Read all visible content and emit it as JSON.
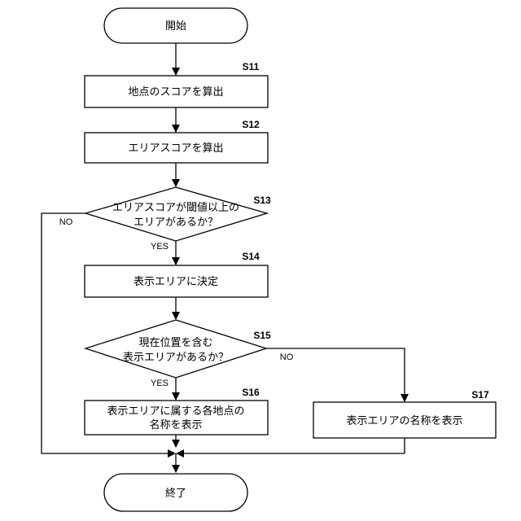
{
  "flowchart": {
    "start": "開始",
    "end": "終了",
    "s11": {
      "step": "S11",
      "text": "地点のスコアを算出"
    },
    "s12": {
      "step": "S12",
      "text": "エリアスコアを算出"
    },
    "s13": {
      "step": "S13",
      "line1": "エリアスコアが閾値以上の",
      "line2": "エリアがあるか？"
    },
    "s14": {
      "step": "S14",
      "text": "表示エリアに決定"
    },
    "s15": {
      "step": "S15",
      "line1": "現在位置を含む",
      "line2": "表示エリアがあるか？"
    },
    "s16": {
      "step": "S16",
      "line1": "表示エリアに属する各地点の",
      "line2": "名称を表示"
    },
    "s17": {
      "step": "S17",
      "text": "表示エリアの名称を表示"
    },
    "labels": {
      "yes": "YES",
      "no": "NO"
    }
  }
}
